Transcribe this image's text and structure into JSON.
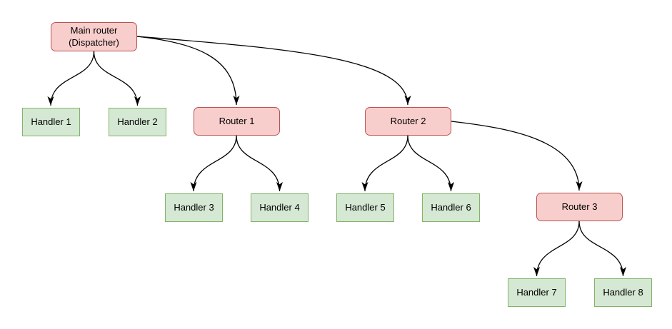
{
  "diagram": {
    "type": "tree",
    "colors": {
      "background": "#ffffff",
      "router_fill": "#f8cecc",
      "router_border": "#b85450",
      "handler_fill": "#d5e8d4",
      "handler_border": "#82b366",
      "edge": "#000000",
      "text": "#000000"
    },
    "nodes": {
      "main_router": {
        "label": "Main router\n(Dispatcher)",
        "kind": "router"
      },
      "handler1": {
        "label": "Handler 1",
        "kind": "handler"
      },
      "handler2": {
        "label": "Handler 2",
        "kind": "handler"
      },
      "router1": {
        "label": "Router 1",
        "kind": "router"
      },
      "router2": {
        "label": "Router 2",
        "kind": "router"
      },
      "handler3": {
        "label": "Handler 3",
        "kind": "handler"
      },
      "handler4": {
        "label": "Handler 4",
        "kind": "handler"
      },
      "handler5": {
        "label": "Handler 5",
        "kind": "handler"
      },
      "handler6": {
        "label": "Handler 6",
        "kind": "handler"
      },
      "router3": {
        "label": "Router 3",
        "kind": "router"
      },
      "handler7": {
        "label": "Handler 7",
        "kind": "handler"
      },
      "handler8": {
        "label": "Handler 8",
        "kind": "handler"
      }
    },
    "edges": [
      {
        "from": "main_router",
        "to": "handler1"
      },
      {
        "from": "main_router",
        "to": "handler2"
      },
      {
        "from": "main_router",
        "to": "router1"
      },
      {
        "from": "main_router",
        "to": "router2"
      },
      {
        "from": "router1",
        "to": "handler3"
      },
      {
        "from": "router1",
        "to": "handler4"
      },
      {
        "from": "router2",
        "to": "handler5"
      },
      {
        "from": "router2",
        "to": "handler6"
      },
      {
        "from": "router2",
        "to": "router3"
      },
      {
        "from": "router3",
        "to": "handler7"
      },
      {
        "from": "router3",
        "to": "handler8"
      }
    ]
  }
}
